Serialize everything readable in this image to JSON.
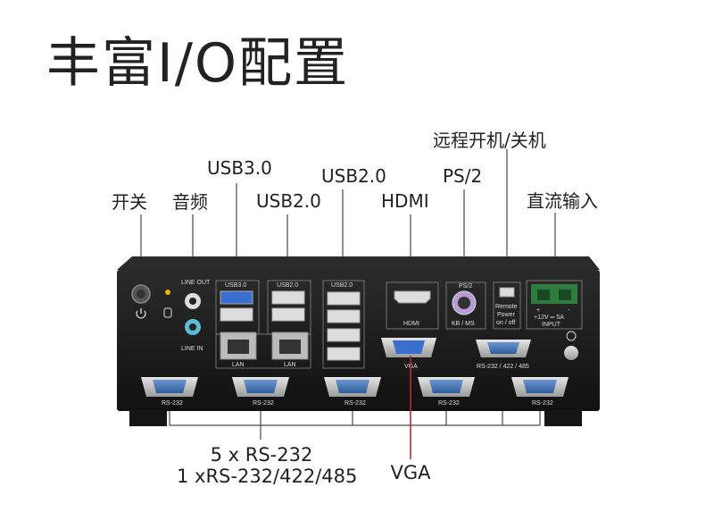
{
  "title": "丰富I/O配置",
  "labels": {
    "power_switch": "开关",
    "audio": "音频",
    "usb30": "USB3.0",
    "usb20_a": "USB2.0",
    "usb20_b": "USB2.0",
    "hdmi": "HDMI",
    "ps2": "PS/2",
    "remote_power": "远程开机/关机",
    "dc_input": "直流输入",
    "serial_line1": "5 x RS-232",
    "serial_line2": "1 xRS-232/422/485",
    "vga": "VGA"
  },
  "panel": {
    "line_out": "LINE OUT",
    "line_in": "LINE IN",
    "usb30": "USB3.0",
    "usb20_a": "USB2.0",
    "usb20_b": "USB2.0",
    "lan_a": "LAN",
    "lan_b": "LAN",
    "hdmi": "HDMI",
    "ps2": "PS/2",
    "kbms": "KB / MS",
    "remote1": "Remote",
    "remote2": "Power",
    "remote3": "on / off",
    "plus": "+",
    "minus": "-",
    "volt": "+12V ═ 5A",
    "input": "INPUT",
    "vga": "VGA",
    "rs485": "RS-232 / 422 / 485",
    "rs232_1": "RS-232",
    "rs232_2": "RS-232",
    "rs232_3": "RS-232",
    "rs232_4": "RS-232",
    "rs232_5": "RS-232"
  },
  "colors": {
    "leader_line": "#4a4a4a",
    "vga_line": "#c0282c",
    "serial_port": "#3d6fb0",
    "chassis": "#1c1c1c"
  }
}
